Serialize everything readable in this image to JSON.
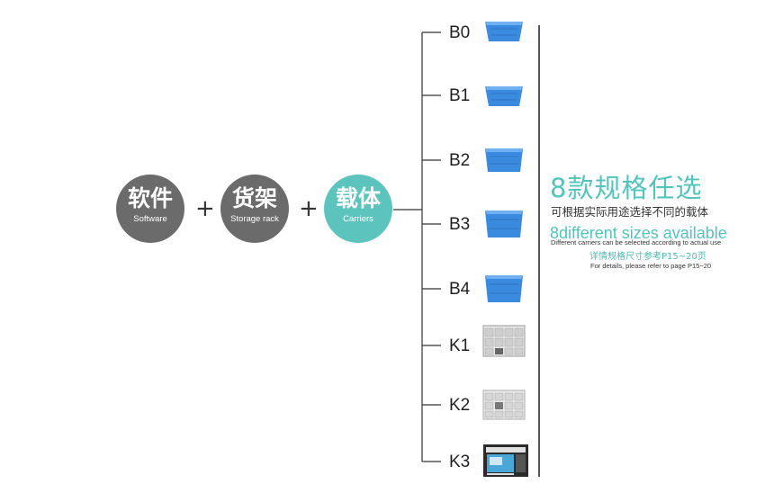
{
  "nodes": [
    {
      "cn": "软件",
      "en": "Software",
      "color": "#6b6b6b"
    },
    {
      "cn": "货架",
      "en": "Storage rack",
      "color": "#6b6b6b"
    },
    {
      "cn": "载体",
      "en": "Carriers",
      "color": "#5cc4bd"
    }
  ],
  "plus_sign": "+",
  "branches": [
    {
      "label": "B0",
      "icon": "blue-crate-icon"
    },
    {
      "label": "B1",
      "icon": "blue-crate-icon"
    },
    {
      "label": "B2",
      "icon": "blue-crate-icon"
    },
    {
      "label": "B3",
      "icon": "blue-crate-icon"
    },
    {
      "label": "B4",
      "icon": "blue-crate-icon"
    },
    {
      "label": "K1",
      "icon": "storage-cabinet-icon"
    },
    {
      "label": "K2",
      "icon": "storage-cabinet-icon"
    },
    {
      "label": "K3",
      "icon": "kiosk-cabinet-icon"
    }
  ],
  "info": {
    "title": "8款规格任选",
    "subtitle": "可根据实际用途选择不同的载体",
    "en_title_number": "8",
    "en_title_text": "different sizes available",
    "en_subtitle": "Different carriers can be selected according to actual use",
    "detail_cn": "详情规格尺寸参考P15~20页",
    "detail_en": "For details, please refer to page P15~20"
  },
  "colors": {
    "accent": "#5cc4bd",
    "gray": "#6b6b6b",
    "crate": "#3a8be0"
  }
}
